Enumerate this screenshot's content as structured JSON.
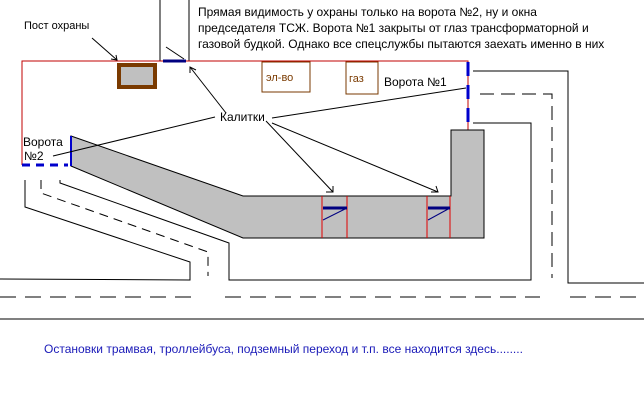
{
  "description_lines": [
    "Прямая видимость у охраны только на ворота №2, ну и окна",
    "председателя ТСЖ. Ворота №1 закрыты от глаз трансформаторной и",
    "газовой будкой. Однако все спецслужбы пытаются заехать именно в них"
  ],
  "labels": {
    "guard_post": "Пост охраны",
    "electric": "эл-во",
    "gas": "газ",
    "gate1": "Ворота №1",
    "gate2_line1": "Ворота",
    "gate2_line2": "№2",
    "wickets": "Калитки"
  },
  "footer_note": "Остановки трамвая, троллейбуса, подземный переход и т.п. все находится здесь........",
  "colors": {
    "boundary": "#c00000",
    "gate": "#0000cc",
    "building": "#c0c0c0",
    "booth": "#7a3a00",
    "note": "#1a1ab8"
  }
}
